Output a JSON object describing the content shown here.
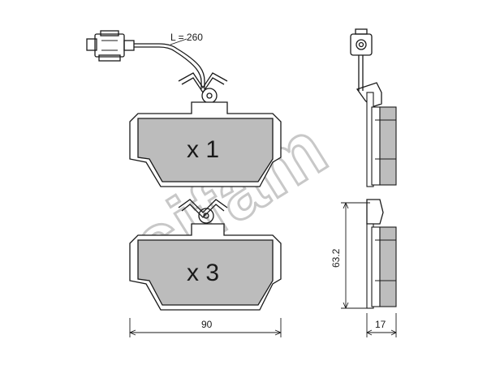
{
  "watermark": {
    "text": "cifam"
  },
  "pads": [
    {
      "quantity_label": "x 1",
      "has_wear_sensor": true
    },
    {
      "quantity_label": "x 3",
      "has_wear_sensor": false
    }
  ],
  "dimensions": {
    "cable_length": "L = 260",
    "width": "90",
    "height": "63.2",
    "thickness": "17"
  }
}
